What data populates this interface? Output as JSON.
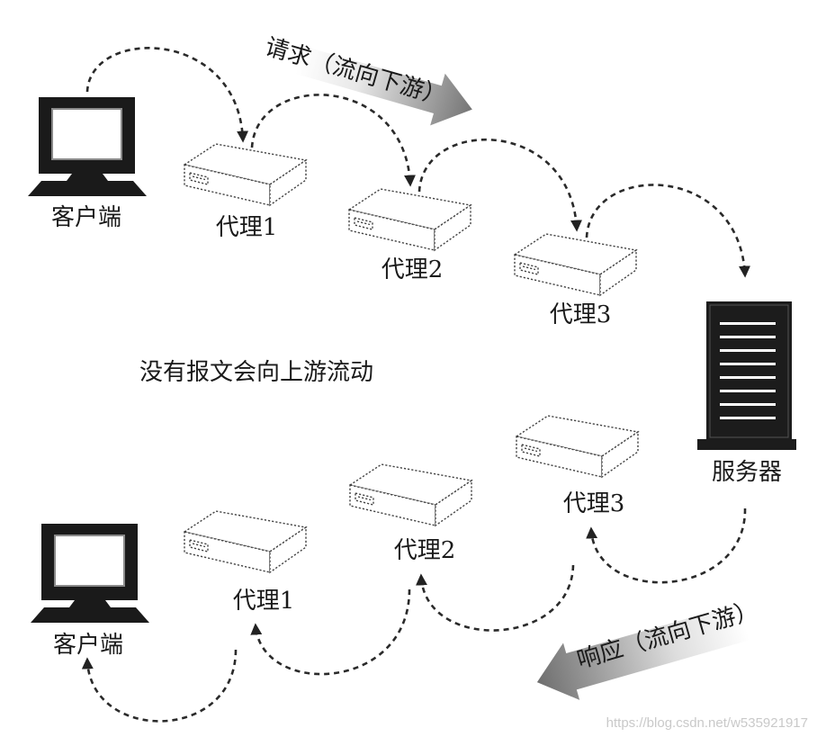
{
  "diagram": {
    "request_label": "请求（流向下游）",
    "response_label": "响应（流向下游）",
    "note": "没有报文会向上游流动",
    "top": {
      "client": "客户端",
      "proxies": [
        "代理1",
        "代理2",
        "代理3"
      ],
      "server": "服务器"
    },
    "bottom": {
      "client": "客户端",
      "proxies": [
        "代理1",
        "代理2",
        "代理3"
      ]
    }
  },
  "watermark": "https://blog.csdn.net/w535921917",
  "icons": {
    "client": "monitor-icon",
    "proxy": "proxy-box-icon",
    "server": "server-tower-icon"
  },
  "colors": {
    "ink": "#1a1a1a",
    "arrow_dark": "#707070",
    "arrow_light": "#ffffff",
    "watermark": "#c9c9c9"
  }
}
